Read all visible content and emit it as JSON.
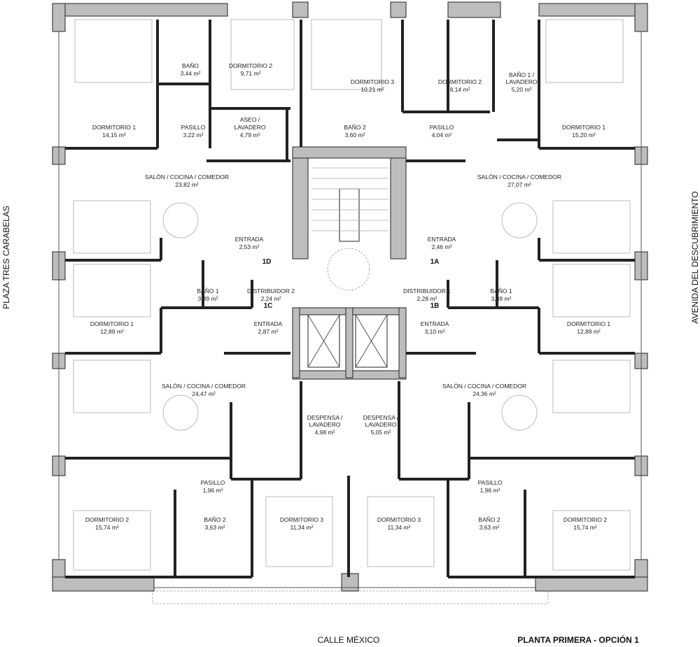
{
  "plan": {
    "title": "PLANTA PRIMERA - OPCIÓN  1",
    "streets": {
      "left": "PLAZA TRES CARABELAS",
      "right": "AVENIDA DEL DESCUBRIMIENTO",
      "bottom": "CALLE MÉXICO"
    },
    "units": {
      "1A": "1A",
      "1B": "1B",
      "1C": "1C",
      "1D": "1D"
    },
    "rooms": [
      {
        "name": "BAÑO",
        "area": "3,44 m²"
      },
      {
        "name": "DORMITORIO 2",
        "area": "9,71 m²"
      },
      {
        "name": "DORMITORIO 3",
        "area": "10,21 m²"
      },
      {
        "name": "DORMITORIO 2",
        "area": "8,14 m²"
      },
      {
        "name": "BAÑO 1 /",
        "name2": "LAVADERO",
        "area": "5,20 m²"
      },
      {
        "name": "DORMITORIO 1",
        "area": "14,15 m²"
      },
      {
        "name": "PASILLO",
        "area": "3,22 m²"
      },
      {
        "name": "ASEO /",
        "name2": "LAVADERO",
        "area": "4,79 m²"
      },
      {
        "name": "BAÑO 2",
        "area": "3,60 m²"
      },
      {
        "name": "PASILLO",
        "area": "4,04 m²"
      },
      {
        "name": "DORMITORIO 1",
        "area": "15,20 m²"
      },
      {
        "name": "SALÓN / COCINA / COMEDOR",
        "area": "23,82 m²"
      },
      {
        "name": "SALÓN / COCINA / COMEDOR",
        "area": "27,07 m²"
      },
      {
        "name": "ENTRADA",
        "area": "2,53 m²"
      },
      {
        "name": "ENTRADA",
        "area": "2,46 m²"
      },
      {
        "name": "DISTRIBUIDOR 2",
        "area": "2,24 m²"
      },
      {
        "name": "DISTRIBUIDOR 1",
        "area": "2,28 m²"
      },
      {
        "name": "BAÑO 1",
        "area": "3,39 m²"
      },
      {
        "name": "BAÑO 1",
        "area": "3,39 m²"
      },
      {
        "name": "DORMITORIO 1",
        "area": "12,89 m²"
      },
      {
        "name": "ENTRADA",
        "area": "2,87 m²"
      },
      {
        "name": "ENTRADA",
        "area": "3,10 m²"
      },
      {
        "name": "DORMITORIO 1",
        "area": "12,89 m²"
      },
      {
        "name": "SALÓN / COCINA / COMEDOR",
        "area": "24,47 m²"
      },
      {
        "name": "SALÓN / COCINA / COMEDOR",
        "area": "24,36 m²"
      },
      {
        "name": "DESPENSA /",
        "name2": "LAVADERO",
        "area": "4,98 m²"
      },
      {
        "name": "DESPENSA /",
        "name2": "LAVADERO",
        "area": "5,05 m²"
      },
      {
        "name": "PASILLO",
        "area": "1,96 m²"
      },
      {
        "name": "PASILLO",
        "area": "1,96 m²"
      },
      {
        "name": "DORMITORIO 2",
        "area": "15,74 m²"
      },
      {
        "name": "BAÑO 2",
        "area": "3,63 m²"
      },
      {
        "name": "DORMITORIO 3",
        "area": "11,34 m²"
      },
      {
        "name": "DORMITORIO 3",
        "area": "11,34 m²"
      },
      {
        "name": "BAÑO 2",
        "area": "3,63 m²"
      },
      {
        "name": "DORMITORIO 2",
        "area": "15,74 m²"
      }
    ]
  }
}
